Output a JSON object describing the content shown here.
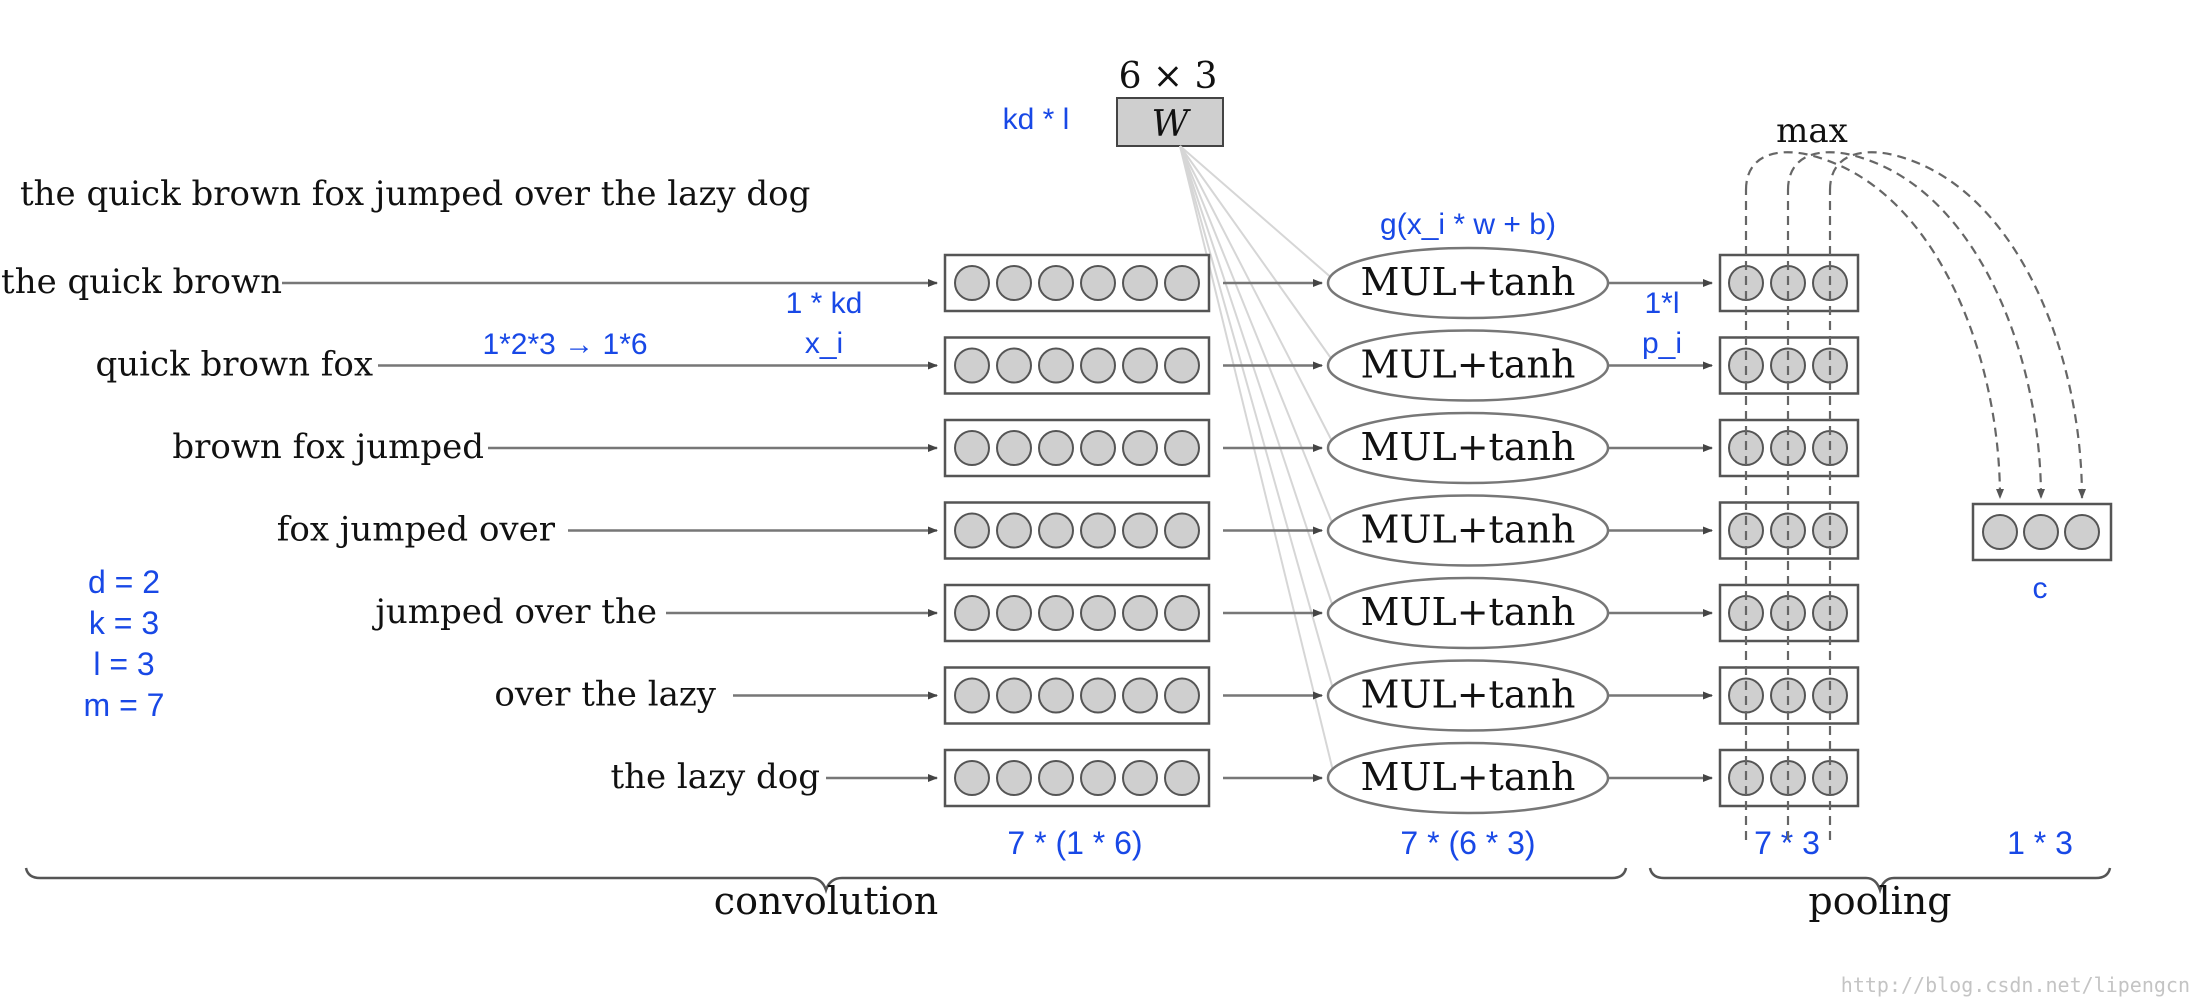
{
  "sentence": "the quick brown fox jumped over the lazy dog",
  "trigrams": [
    "the quick brown",
    "quick brown fox",
    "brown fox jumped",
    "fox jumped over",
    "jumped over the",
    "over the lazy",
    "the lazy dog"
  ],
  "embedding_units": 6,
  "pool_units": 3,
  "op_label": "MUL+tanh",
  "weight": {
    "dims": "6 × 3",
    "symbol": "W",
    "shape_note": "kd * l"
  },
  "annotations": {
    "reshape": "1*2*3 → 1*6",
    "xi_shape": "1 * kd",
    "xi": "x_i",
    "formula": "g(x_i * w + b)",
    "pi_shape": "1*l",
    "pi": "p_i",
    "max": "max",
    "c": "c"
  },
  "params": [
    "d = 2",
    "k = 3",
    "l = 3",
    "m = 7"
  ],
  "dims_bottom": {
    "embeddings": "7 * (1 * 6)",
    "products": "7 * (6 * 3)",
    "pooled": "7 * 3",
    "output": "1 * 3"
  },
  "sections": {
    "convolution": "convolution",
    "pooling": "pooling"
  },
  "watermark": "http://blog.csdn.net/lipengcn"
}
